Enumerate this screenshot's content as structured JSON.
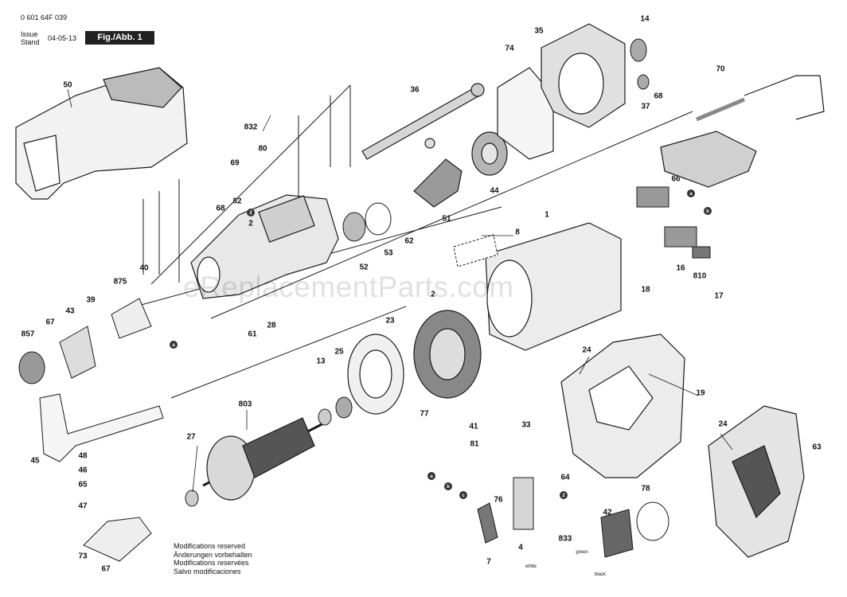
{
  "header": {
    "part_number": "0 601 64F 039",
    "issue_label": "Issue",
    "stand_label": "Stand",
    "issue_date": "04-05-13",
    "figure_label": "Fig./Abb. 1"
  },
  "modifications": [
    "Modifications reserved",
    "Änderungen vorbehalten",
    "Modifications reservées",
    "Salvo modificaciones"
  ],
  "watermark": "eReplacementParts.com",
  "wire_labels": {
    "white": "white",
    "green": "green",
    "black": "black"
  },
  "connectors": [
    "a",
    "b",
    "c",
    "2"
  ],
  "part_labels": [
    "50",
    "832",
    "80",
    "69",
    "82",
    "68",
    "2",
    "40",
    "39",
    "43",
    "67",
    "857",
    "875",
    "45",
    "48",
    "46",
    "65",
    "47",
    "73",
    "67",
    "52",
    "53",
    "62",
    "51",
    "44",
    "36",
    "74",
    "35",
    "14",
    "68",
    "37",
    "70",
    "66",
    "1",
    "8",
    "18",
    "16",
    "810",
    "17",
    "61",
    "28",
    "2",
    "23",
    "25",
    "13",
    "803",
    "27",
    "77",
    "41",
    "33",
    "81",
    "76",
    "64",
    "7",
    "4",
    "833",
    "42",
    "78",
    "24",
    "19",
    "24",
    "63"
  ],
  "colors": {
    "line": "#1a1a1a",
    "fill_dark": "#555555",
    "fill_mid": "#9a9a9a",
    "fill_light": "#d8d8d8"
  }
}
